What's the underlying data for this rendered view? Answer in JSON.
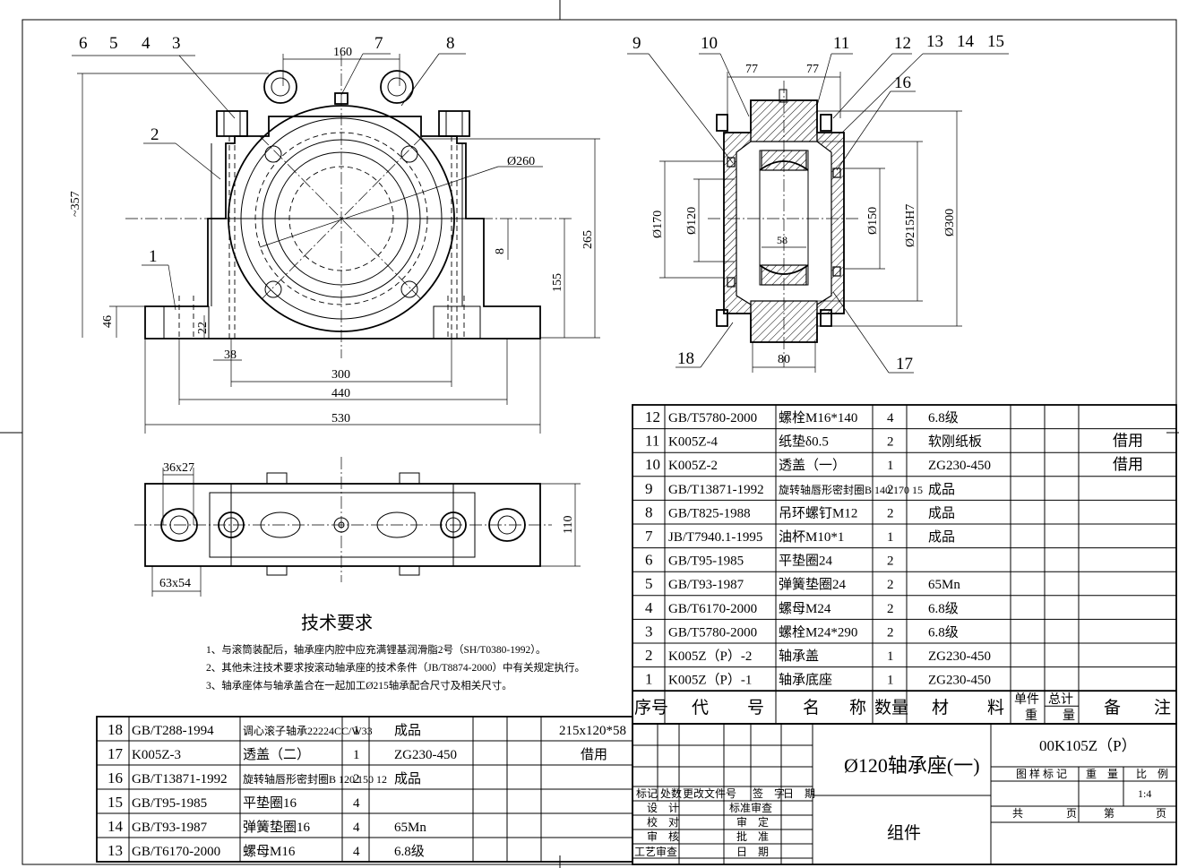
{
  "callouts": {
    "front": [
      "6",
      "5",
      "4",
      "3",
      "7",
      "8",
      "2",
      "1"
    ],
    "section": [
      "9",
      "10",
      "11",
      "12",
      "13",
      "14",
      "15",
      "16",
      "18",
      "17"
    ]
  },
  "dimensions": {
    "front": {
      "top_width": "160",
      "diameter": "Ø260",
      "overall_height": "~357",
      "height_265": "265",
      "center_height": "155",
      "base_height": "46",
      "foot_22": "22",
      "foot_38": "38",
      "bolt_300": "300",
      "bolt_440": "440",
      "overall_width": "530",
      "gap_8": "8"
    },
    "section": {
      "left_77": "77",
      "right_77": "77",
      "d170": "Ø170",
      "d120": "Ø120",
      "d150": "Ø150",
      "d215": "Ø215H7",
      "d300": "Ø300",
      "inner_58": "58",
      "base_80": "80"
    },
    "top_view": {
      "slot_top": "36x27",
      "slot_bottom": "63x54",
      "depth": "110"
    }
  },
  "tech_req": {
    "title": "技术要求",
    "items": [
      "1、与滚筒装配后，轴承座内腔中应充满锂基润滑脂2号（SH/T0380-1992）。",
      "2、其他未注技术要求按滚动轴承座的技术条件（JB/T8874-2000）中有关规定执行。",
      "3、轴承座体与轴承盖合在一起加工Ø215轴承配合尺寸及相关尺寸。"
    ]
  },
  "bom_right": {
    "rows": [
      {
        "no": "12",
        "code": "GB/T5780-2000",
        "name": "螺栓M16*140",
        "qty": "4",
        "material": "6.8级",
        "note": ""
      },
      {
        "no": "11",
        "code": "K005Z-4",
        "name": "纸垫δ0.5",
        "qty": "2",
        "material": "软刚纸板",
        "note": "借用"
      },
      {
        "no": "10",
        "code": "K005Z-2",
        "name": "透盖（一）",
        "qty": "1",
        "material": "ZG230-450",
        "note": "借用"
      },
      {
        "no": "9",
        "code": "GB/T13871-1992",
        "name": "旋转轴唇形密封圈B 140 170 15",
        "qty": "2",
        "material": "成品",
        "note": ""
      },
      {
        "no": "8",
        "code": "GB/T825-1988",
        "name": "吊环螺钉M12",
        "qty": "2",
        "material": "成品",
        "note": ""
      },
      {
        "no": "7",
        "code": "JB/T7940.1-1995",
        "name": "油杯M10*1",
        "qty": "1",
        "material": "成品",
        "note": ""
      },
      {
        "no": "6",
        "code": "GB/T95-1985",
        "name": "平垫圈24",
        "qty": "2",
        "material": "",
        "note": ""
      },
      {
        "no": "5",
        "code": "GB/T93-1987",
        "name": "弹簧垫圈24",
        "qty": "2",
        "material": "65Mn",
        "note": ""
      },
      {
        "no": "4",
        "code": "GB/T6170-2000",
        "name": "螺母M24",
        "qty": "2",
        "material": "6.8级",
        "note": ""
      },
      {
        "no": "3",
        "code": "GB/T5780-2000",
        "name": "螺栓M24*290",
        "qty": "2",
        "material": "6.8级",
        "note": ""
      },
      {
        "no": "2",
        "code": "K005Z（P）-2",
        "name": "轴承盖",
        "qty": "1",
        "material": "ZG230-450",
        "note": ""
      },
      {
        "no": "1",
        "code": "K005Z（P）-1",
        "name": "轴承底座",
        "qty": "1",
        "material": "ZG230-450",
        "note": ""
      }
    ],
    "header": {
      "no": "序号",
      "code_a": "代",
      "code_b": "号",
      "name_a": "名",
      "name_b": "称",
      "qty": "数量",
      "mat_a": "材",
      "mat_b": "料",
      "unit_wt": "单件",
      "total_wt": "总计",
      "wt": "重　　量",
      "note_a": "备",
      "note_b": "注"
    }
  },
  "bom_left": {
    "rows": [
      {
        "no": "18",
        "code": "GB/T288-1994",
        "name": "调心滚子轴承22224CC/W33",
        "qty": "1",
        "material": "成品",
        "note": "215x120*58"
      },
      {
        "no": "17",
        "code": "K005Z-3",
        "name": "透盖（二）",
        "qty": "1",
        "material": "ZG230-450",
        "note": "借用"
      },
      {
        "no": "16",
        "code": "GB/T13871-1992",
        "name": "旋转轴唇形密封圈B 120 150 12",
        "qty": "2",
        "material": "成品",
        "note": ""
      },
      {
        "no": "15",
        "code": "GB/T95-1985",
        "name": "平垫圈16",
        "qty": "4",
        "material": "",
        "note": ""
      },
      {
        "no": "14",
        "code": "GB/T93-1987",
        "name": "弹簧垫圈16",
        "qty": "4",
        "material": "65Mn",
        "note": ""
      },
      {
        "no": "13",
        "code": "GB/T6170-2000",
        "name": "螺母M16",
        "qty": "4",
        "material": "6.8级",
        "note": ""
      }
    ]
  },
  "title_block": {
    "drawing_title": "Ø120轴承座(一)",
    "drawing_code": "00K105Z（P）",
    "subtitle": "组件",
    "row_labels": [
      "标记",
      "处数",
      "更改文件号",
      "签　字",
      "日　期"
    ],
    "left_roles": [
      "设　计",
      "校　对",
      "审　核",
      "工艺审查"
    ],
    "mid_roles": [
      "标准审查",
      "审　定",
      "批　准",
      "日　期"
    ],
    "tag_headers": [
      "图 样 标 记",
      "重　量",
      "比　例"
    ],
    "scale": "1:4",
    "sheet_total": "共",
    "sheet_unit": "页",
    "sheet_no": "第",
    "sheet_unit2": "页"
  }
}
